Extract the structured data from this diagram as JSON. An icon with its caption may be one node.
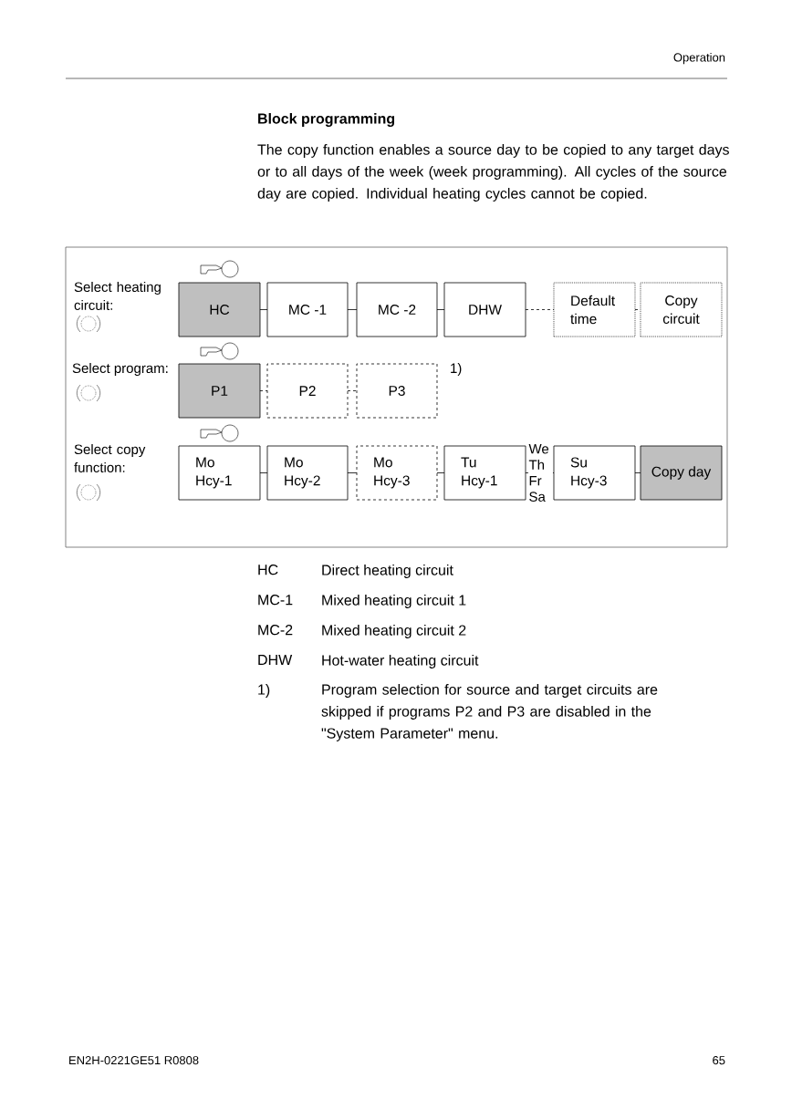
{
  "diagram": {
    "title": "Block programming",
    "nodes": [
      {
        "text": [
          "HC"
        ]
      },
      {
        "text": [
          "MC -1"
        ]
      },
      {
        "text": [
          "MC -2"
        ]
      },
      {
        "text": [
          "DHW"
        ]
      },
      {
        "text": [
          "Default time"
        ]
      },
      {
        "text": [
          "Copy circuit"
        ]
      },
      {
        "text": [
          "P1"
        ]
      },
      {
        "text": [
          "P2"
        ]
      },
      {
        "text": [
          "P3"
        ]
      },
      {
        "text": [
          "Mo Hcy-1"
        ]
      },
      {
        "text": [
          "Mo Hcy-2"
        ]
      },
      {
        "text": [
          "Mo Hcy-3"
        ]
      },
      {
        "text": [
          "Tu Hcy-1"
        ]
      },
      {
        "text": [
          "Su Hcy-3"
        ]
      },
      {
        "text": [
          "Copy day"
        ]
      }
    ],
    "edges": [
      {
        "from": 0,
        "to": 1,
        "arrow": "none"
      },
      {
        "from": 1,
        "to": 2,
        "arrow": "none"
      },
      {
        "from": 2,
        "to": 3,
        "arrow": "none"
      },
      {
        "from": 3,
        "to": 4,
        "arrow": "none",
        "style": "dashed"
      },
      {
        "from": 4,
        "to": 5,
        "arrow": "none",
        "style": "dashed"
      },
      {
        "from": 6,
        "to": 7,
        "arrow": "none",
        "style": "dashed"
      },
      {
        "from": 7,
        "to": 8,
        "arrow": "none",
        "style": "dashed"
      },
      {
        "from": 9,
        "to": 10,
        "arrow": "none"
      },
      {
        "from": 10,
        "to": 11,
        "arrow": "none"
      },
      {
        "from": 11,
        "to": 12,
        "arrow": "none"
      },
      {
        "from": 12,
        "to": 13,
        "arrow": "none",
        "style": "dashed",
        "label": "We Th Fr Sa"
      },
      {
        "from": 13,
        "to": 14,
        "arrow": "none"
      }
    ],
    "labels": [
      "Operation",
      "The copy function enables a source day to be copied to any target days or to all days of the week (week programming). All cycles of the source day are copied. Individual heating cycles cannot be copied.",
      "Select heating circuit:",
      "Select program:",
      "1)",
      "Select copy function:",
      "HC",
      "Direct heating circuit",
      "MC-1",
      "Mixed heating circuit 1",
      "MC-2",
      "Mixed heating circuit 2",
      "DHW",
      "Hot-water heating circuit",
      "1)",
      "Program selection for source and target circuits are skipped if programs P2 and P3 are disabled in the \"System Parameter\" menu.",
      "EN2H-0221GE51 R0808",
      "65"
    ]
  }
}
